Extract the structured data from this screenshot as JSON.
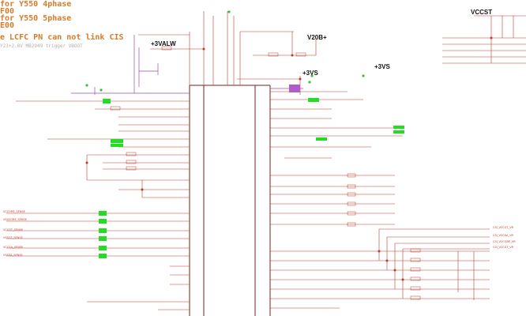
{
  "notes": {
    "line1": "for Y550 4phase",
    "line2": "F00",
    "line3": "for Y550 5phase",
    "line4": "E00",
    "line5": "e LCFC PN can not link CIS",
    "line6": "Y23+2.8V MB2949 trigger VBOOT"
  },
  "rails": {
    "vccst": "VCCST",
    "v3valw": "+3VALW",
    "v20b": "V20B+",
    "v3vs_a": "+3VS",
    "v3vs_b": "+3VS"
  },
  "colors": {
    "wire_red": "#c0392b",
    "wire_purple": "#9b4f9b",
    "wire_dark": "#7a1f1f",
    "highlight": "#22dd22",
    "note_orange": "#d97a28"
  },
  "left_labels": [
    "VCCORE_SENSE",
    "VSSCORE_SENSE",
    "VCCGT_SENSE",
    "VSSGT_SENSE",
    "VCCSA_SENSE",
    "VSSSA_SENSE"
  ],
  "right_labels": [
    "CSI_VCCGT_VR",
    "CSI_VCCSA_VR",
    "CSI_VCCORE_VR",
    "CSI_VCCGT_VR"
  ]
}
